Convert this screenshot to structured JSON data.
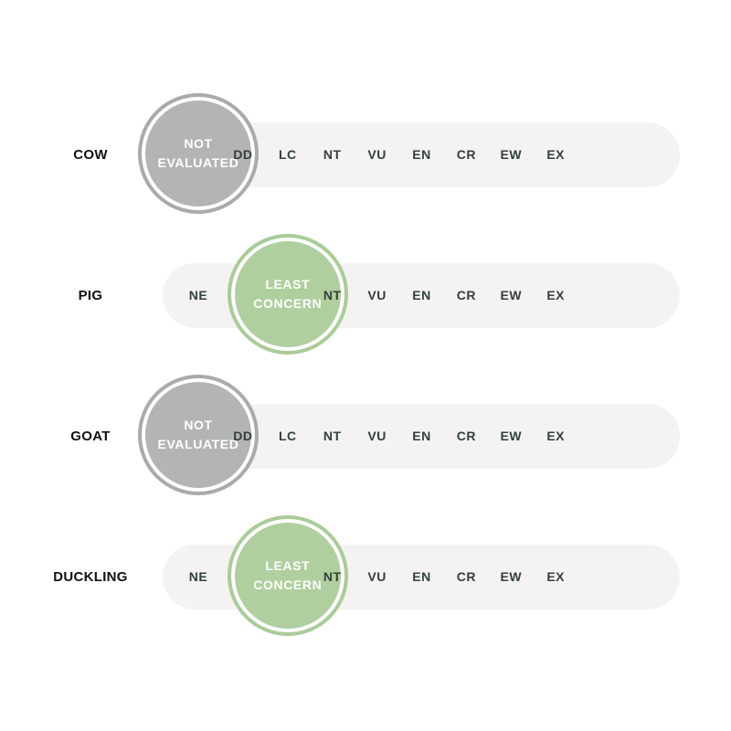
{
  "categories": [
    "NE",
    "DD",
    "LC",
    "NT",
    "VU",
    "EN",
    "CR",
    "EW",
    "EX"
  ],
  "badge_labels": {
    "NE": [
      "NOT",
      "EVALUATED"
    ],
    "LC": [
      "LEAST",
      "CONCERN"
    ]
  },
  "colors": {
    "track": "#f4f3f1",
    "code_text": "#33403b",
    "ne_fill": "#b4b4b4",
    "ne_ring": "#aaaaaa",
    "lc_fill": "#afcf9f",
    "lc_ring": "#a9cc98"
  },
  "rows": [
    {
      "animal": "COW",
      "status": "NE"
    },
    {
      "animal": "PIG",
      "status": "LC"
    },
    {
      "animal": "GOAT",
      "status": "NE"
    },
    {
      "animal": "DUCKLING",
      "status": "LC"
    }
  ]
}
